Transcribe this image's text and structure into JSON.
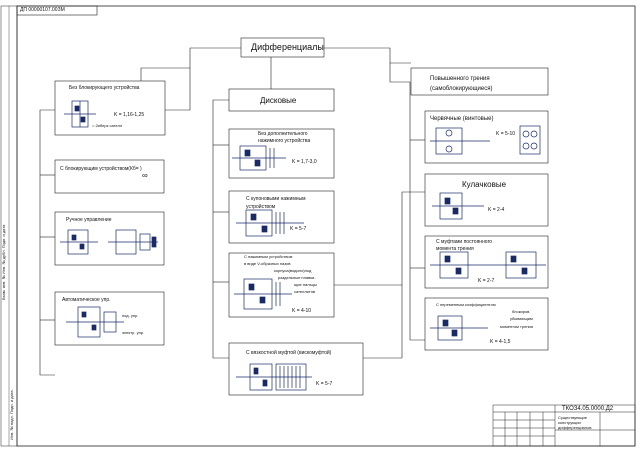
{
  "stamp": "ДП 00000107.00ЗМ",
  "title": "Дифференциалы",
  "blocks": {
    "no_lock": {
      "label": "Без блокирующего устройства",
      "k": "K = 1,16-1,25",
      "note": "= 2иберк cателл"
    },
    "with_lock": {
      "label": "С блокирующим устройством(Кб= )",
      "symbol": "∞"
    },
    "manual": {
      "label": "Ручное управление"
    },
    "auto": {
      "label": "Автоматическое упр.",
      "note1": "под. упр.",
      "note2": "электр. упр."
    },
    "disk": {
      "title": "Дисковые"
    },
    "disk_plain": {
      "label": "Без дополнительного нажимного устройства",
      "k": "K = 1,7-3,0"
    },
    "disk_cone": {
      "label": "С купоновыми нажимным устройством",
      "k": "K = 5-7"
    },
    "disk_v": {
      "lines": [
        "С нажимным устройством",
        "в виде V-образных пазов",
        "корпуса(водило)под",
        "раздельные плавки-",
        "щие пальцы",
        "сателлитов"
      ],
      "k": "K = 4-10"
    },
    "disk_visc": {
      "label": "С вязкостной муфтой (вискомуфтой)",
      "k": "K = 5-7"
    },
    "high_friction": {
      "title": "Повышенного трения (самоблокирующиеся)"
    },
    "worm": {
      "label": "Червячные (винтовые)",
      "k": "K = 5-10"
    },
    "cam": {
      "label": "Кулачковые",
      "k": "K = 2-4"
    },
    "const_clutch": {
      "label": "С муфтами постоянного момента трения",
      "k": "K = 2-7"
    },
    "variable": {
      "label": "С переменным коэффициентом",
      "note1": "блокиров.",
      "note2": "убывающим",
      "note3": "моментом трения",
      "k": "K = 4-1,5"
    }
  },
  "titleblock": {
    "code": "ТКОЗ4.05.0000.Д2",
    "name": "Существующие конструкции дифференциалов"
  },
  "side_labels": {
    "left1": "Взам. инв. № Инв. № дубл. Подп. и дата",
    "left2": "Инв. № подл. Подп. и дата"
  }
}
